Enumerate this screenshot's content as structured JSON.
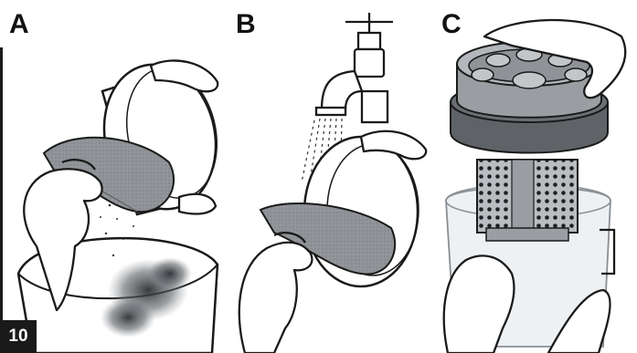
{
  "panels": [
    {
      "label": "A"
    },
    {
      "label": "B"
    },
    {
      "label": "C"
    }
  ],
  "page_number": "10",
  "colors": {
    "ink": "#1a1a1a",
    "filter_felt": "#8f9296",
    "filter_felt_dark": "#6d7075",
    "cartridge_grey": "#9a9ea3",
    "cartridge_dark": "#5f6368",
    "canister_clear": "#e9ecee",
    "dust": "#555a60",
    "water": "#333"
  },
  "icons": {
    "panel_a": "filter-tap-out-into-bin-icon",
    "panel_b": "filter-rinse-under-tap-icon",
    "panel_c": "cyclone-cartridge-insert-icon"
  }
}
